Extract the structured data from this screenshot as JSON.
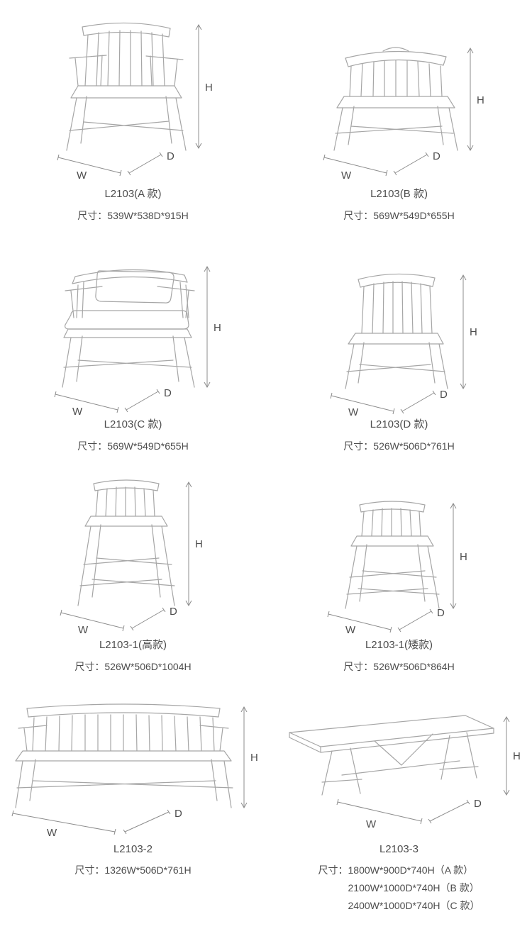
{
  "page": {
    "background": "#ffffff",
    "text_color": "#4d4d4d",
    "sketch_color": "#a6a6a6",
    "dimension_line_color": "#8c8c8c"
  },
  "dims": {
    "w": "W",
    "d": "D",
    "h": "H"
  },
  "products": [
    {
      "name": "L2103(A 款)",
      "size": "尺寸：539W*538D*915H"
    },
    {
      "name": "L2103(B 款)",
      "size": "尺寸：569W*549D*655H"
    },
    {
      "name": "L2103(C 款)",
      "size": "尺寸：569W*549D*655H"
    },
    {
      "name": "L2103(D 款)",
      "size": "尺寸：526W*506D*761H"
    },
    {
      "name": "L2103-1(高款)",
      "size": "尺寸：526W*506D*1004H"
    },
    {
      "name": "L2103-1(矮款)",
      "size": "尺寸：526W*506D*864H"
    },
    {
      "name": "L2103-2",
      "size": "尺寸：1326W*506D*761H"
    },
    {
      "name": "L2103-3",
      "size_lines": [
        "尺寸：1800W*900D*740H（A 款）",
        "2100W*1000D*740H（B 款）",
        "2400W*1000D*740H（C 款）"
      ]
    }
  ]
}
